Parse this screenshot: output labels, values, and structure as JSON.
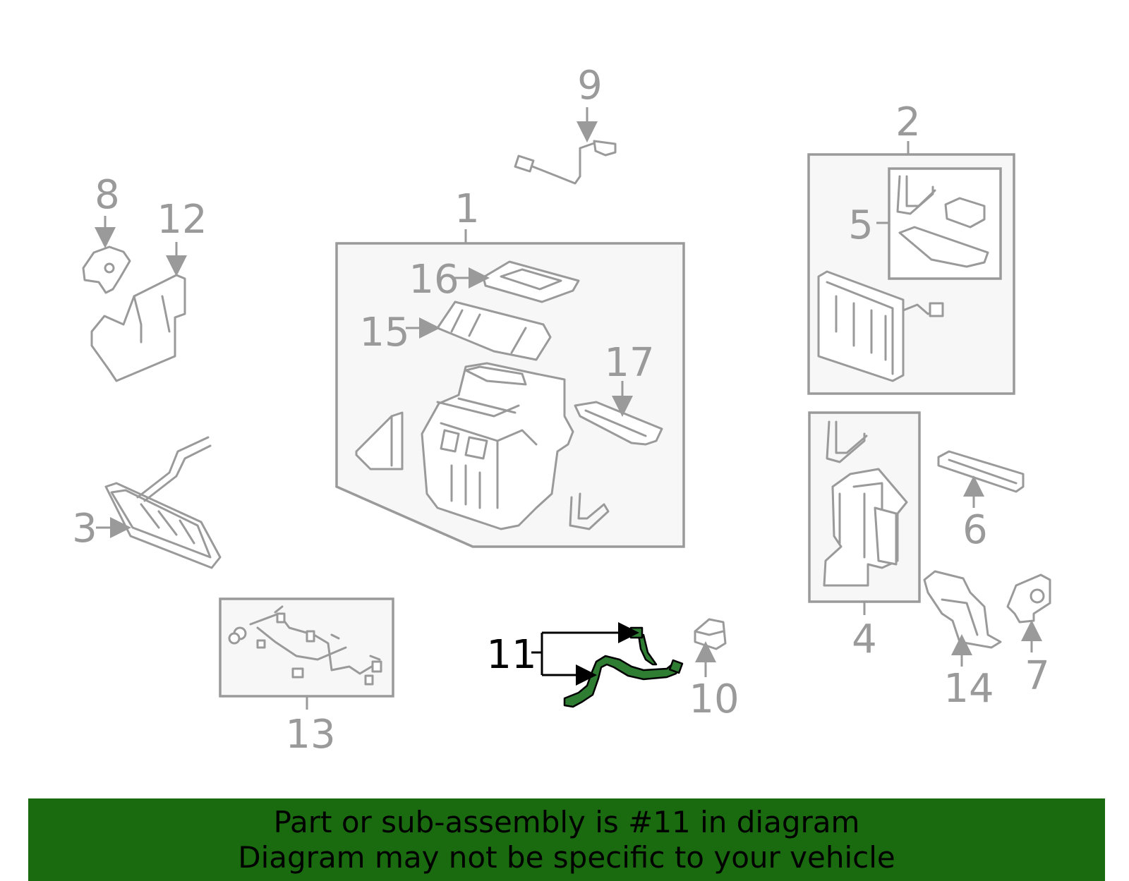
{
  "diagram": {
    "callouts": {
      "c1": "1",
      "c2": "2",
      "c3": "3",
      "c4": "4",
      "c5": "5",
      "c6": "6",
      "c7": "7",
      "c8": "8",
      "c9": "9",
      "c10": "10",
      "c11": "11",
      "c12": "12",
      "c13": "13",
      "c14": "14",
      "c15": "15",
      "c16": "16",
      "c17": "17"
    },
    "highlighted_callout": "11",
    "colors": {
      "linework": "#9a9a9a",
      "group_fill": "#f7f7f7",
      "highlight_part": "#2e7d32",
      "banner_background": "#1a6b0f",
      "banner_text": "#000000"
    }
  },
  "banner": {
    "line1": "Part or sub-assembly is #11 in diagram",
    "line2": "Diagram may not be specific to your vehicle"
  }
}
